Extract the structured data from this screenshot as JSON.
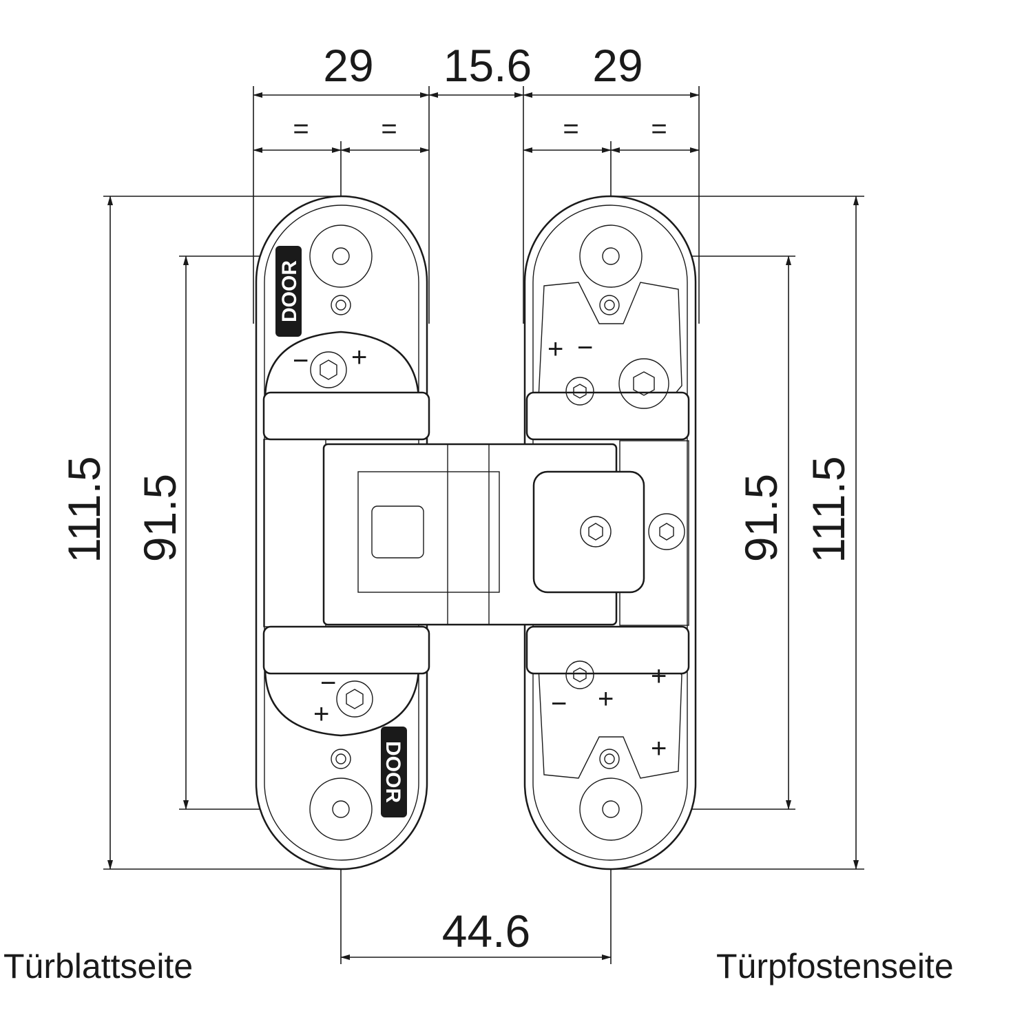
{
  "dimensions": {
    "top_left_width": "29",
    "top_gap": "15.6",
    "top_right_width": "29",
    "equal_mark": "=",
    "left_outer_height": "111.5",
    "left_inner_height": "91.5",
    "right_inner_height": "91.5",
    "right_outer_height": "111.5",
    "bottom_center_distance": "44.6"
  },
  "labels": {
    "left_side": "Türblattseite",
    "right_side": "Türpfostenseite",
    "door_badge": "DOOR",
    "plus": "+",
    "minus": "−"
  }
}
